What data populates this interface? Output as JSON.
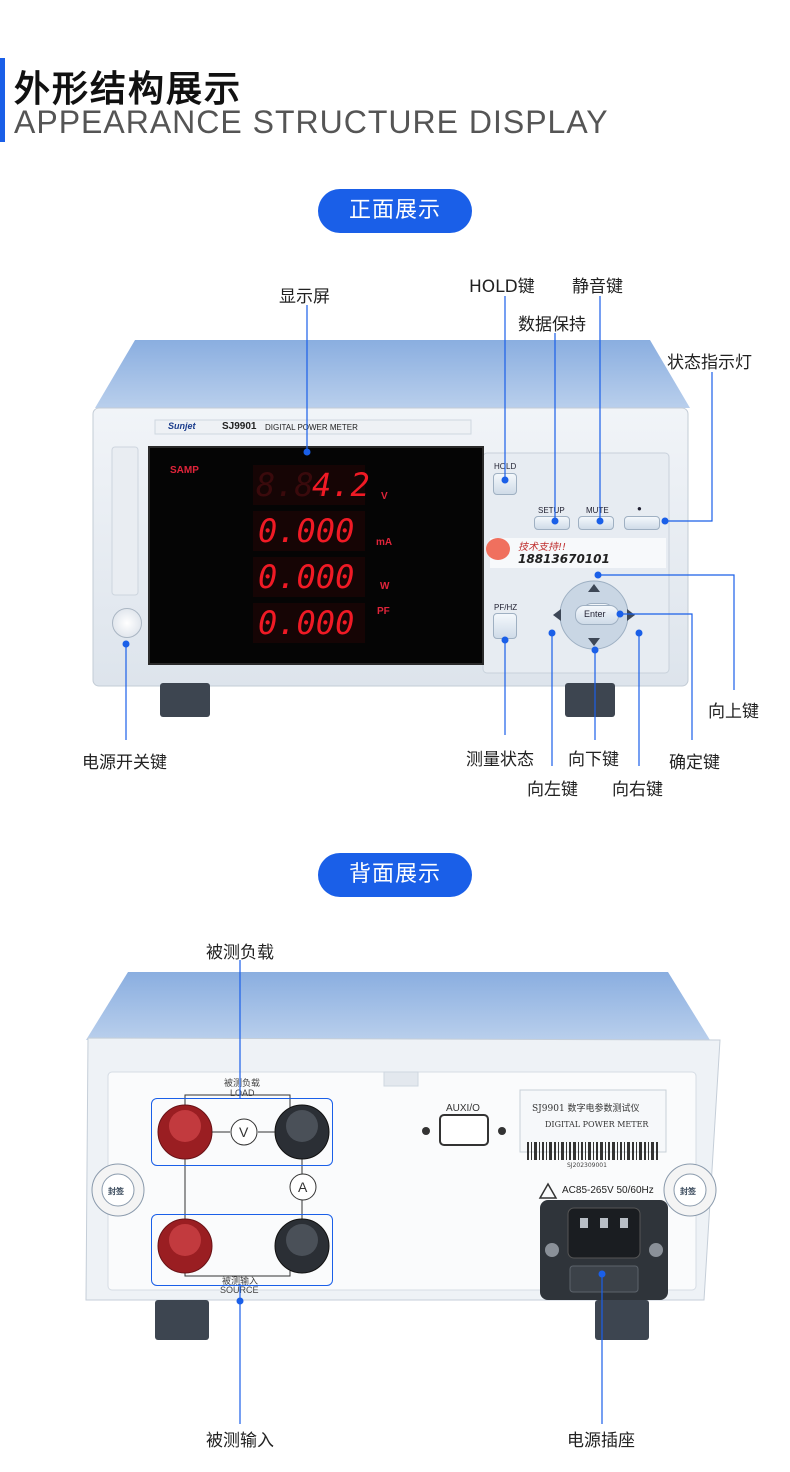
{
  "header": {
    "title_cn": "外形结构展示",
    "title_en": "APPEARANCE STRUCTURE DISPLAY"
  },
  "front": {
    "section_label": "正面展示",
    "brand": "Sunjet",
    "model": "SJ9901",
    "model_desc": "DIGITAL POWER METER",
    "display_mode": "SAMP",
    "readings": [
      {
        "value": "4.2",
        "unit": "V",
        "dim_prefix": "8.8."
      },
      {
        "value": "0.000",
        "unit": "mA"
      },
      {
        "value": "0.000",
        "unit": "W"
      },
      {
        "value": "0.000",
        "unit": "PF"
      }
    ],
    "keys": {
      "hold": "HOLD",
      "setup": "SETUP",
      "mute": "MUTE",
      "dot": "●",
      "pfhz": "PF/HZ",
      "enter": "Enter"
    },
    "support": {
      "label": "技术支持!!",
      "phone": "18813670101"
    },
    "callouts": {
      "display": "显示屏",
      "hold": "HOLD键",
      "mute": "静音键",
      "data_hold": "数据保持",
      "status_led": "状态指示灯",
      "up": "向上键",
      "power": "电源开关键",
      "measure_state": "测量状态",
      "down": "向下键",
      "enter": "确定键",
      "left": "向左键",
      "right": "向右键"
    }
  },
  "rear": {
    "section_label": "背面展示",
    "load_cn": "被测负载",
    "load_en": "LOAD",
    "source_cn": "被测输入",
    "source_en": "SOURCE",
    "volt_symbol": "V",
    "amp_symbol": "A",
    "port": "AUXI/O",
    "label_title": "SJ9901 数字电参数测试仪",
    "label_desc": "DIGITAL POWER METER",
    "serial": "SJ202309001",
    "power_rating": "AC85-265V  50/60Hz",
    "seal_text": "封签",
    "callouts": {
      "load": "被测负载",
      "source": "被测输入",
      "socket": "电源插座"
    }
  },
  "colors": {
    "accent": "#1a5fe8",
    "digit": "#f01a25",
    "callout_line": "#1a5fe8"
  }
}
